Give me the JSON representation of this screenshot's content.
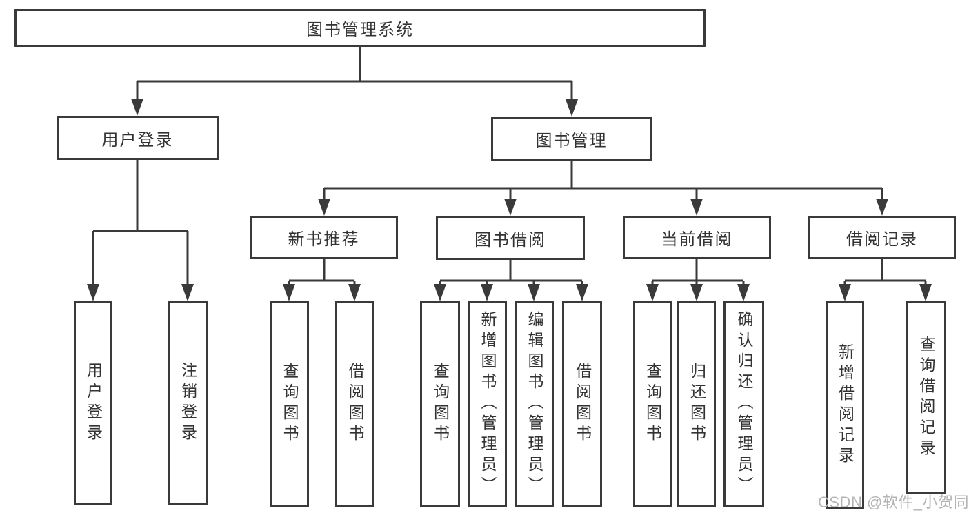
{
  "watermark": {
    "text": "CSDN @软件_小贺同学"
  },
  "colors": {
    "line": "#3a3a3a",
    "text": "#333333",
    "box_background": "#ffffff",
    "watermark": "#b4b4b4"
  },
  "tree": {
    "label": "图书管理系统",
    "children": [
      {
        "label": "用户登录",
        "children": [
          {
            "label": "用户登录"
          },
          {
            "label": "注销登录"
          }
        ]
      },
      {
        "label": "图书管理",
        "children": [
          {
            "label": "新书推荐",
            "children": [
              {
                "label": "查询图书"
              },
              {
                "label": "借阅图书"
              }
            ]
          },
          {
            "label": "图书借阅",
            "children": [
              {
                "label": "查询图书"
              },
              {
                "label": "新增图书（管理员）"
              },
              {
                "label": "编辑图书（管理员）"
              },
              {
                "label": "借阅图书"
              }
            ]
          },
          {
            "label": "当前借阅",
            "children": [
              {
                "label": "查询图书"
              },
              {
                "label": "归还图书"
              },
              {
                "label": "确认归还（管理员）"
              }
            ]
          },
          {
            "label": "借阅记录",
            "children": [
              {
                "label": "新增借阅记录"
              },
              {
                "label": "查询借阅记录"
              }
            ]
          }
        ]
      }
    ]
  }
}
